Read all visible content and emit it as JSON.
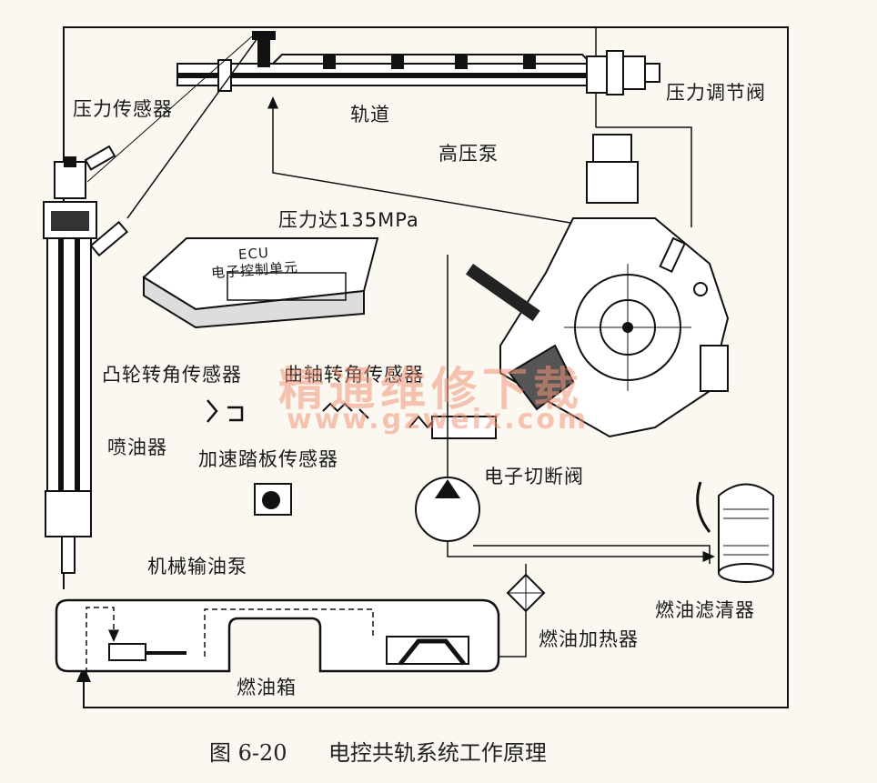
{
  "labels": {
    "pressure_sensor": "压力传感器",
    "rail": "轨道",
    "pressure_regulator": "压力调节阀",
    "high_pressure_pump": "高压泵",
    "pressure_value": "压力达135MPa",
    "ecu_line1": "ECU",
    "ecu_line2": "电子控制单元",
    "cam_sensor": "凸轮转角传感器",
    "crank_sensor": "曲轴转角传感器",
    "injector": "喷油器",
    "accel_sensor": "加速踏板传感器",
    "cutoff_valve": "电子切断阀",
    "mech_pump": "机械输油泵",
    "fuel_filter": "燃油滤清器",
    "fuel_heater": "燃油加热器",
    "fuel_tank": "燃油箱"
  },
  "watermark": {
    "text": "精通维修下载",
    "url": "www.gzweix.com"
  },
  "caption": {
    "figure_no": "图 6-20",
    "title": "电控共轨系统工作原理"
  }
}
